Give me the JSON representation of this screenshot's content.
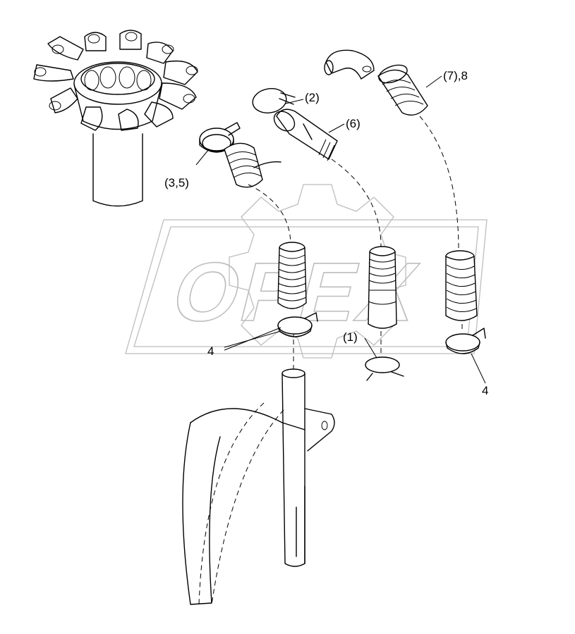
{
  "diagram": {
    "watermark_text": "OPEX",
    "callouts": [
      {
        "id": "c1",
        "text": "(1)"
      },
      {
        "id": "c2",
        "text": "(2)"
      },
      {
        "id": "c35",
        "text": "(3,5)"
      },
      {
        "id": "c4a",
        "text": "4"
      },
      {
        "id": "c4b",
        "text": "4"
      },
      {
        "id": "c6",
        "text": "(6)"
      },
      {
        "id": "c78",
        "text": "(7),8"
      }
    ],
    "colors": {
      "line": "#000000",
      "watermark": "#bdbdbd",
      "background": "#ffffff"
    }
  }
}
